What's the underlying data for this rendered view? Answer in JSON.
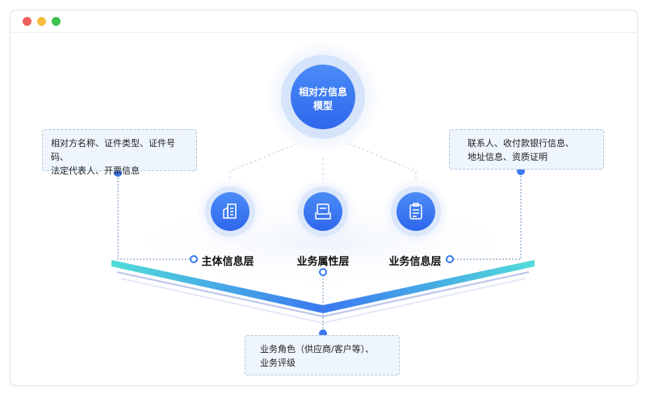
{
  "window": {
    "controls": [
      "close",
      "minimize",
      "maximize"
    ]
  },
  "center": {
    "title_line1": "相对方信息",
    "title_line2": "模型"
  },
  "layers": [
    {
      "label": "主体信息层",
      "icon": "building-icon"
    },
    {
      "label": "业务属性层",
      "icon": "inbox-document-icon"
    },
    {
      "label": "业务信息层",
      "icon": "clipboard-icon"
    }
  ],
  "boxes": {
    "left": {
      "line1": "相对方名称、证件类型、证件号码、",
      "line2": "法定代表人、开票信息"
    },
    "right": {
      "line1": "联系人、收付款银行信息、",
      "line2": "地址信息、资质证明"
    },
    "bottom": {
      "line1": "业务角色（供应商/客户等）、",
      "line2": "业务评级"
    }
  },
  "colors": {
    "primary": "#3a78f2",
    "teal": "#4fd8d8",
    "close": "#f0605a",
    "minimize": "#f4bd3c",
    "maximize": "#3fc24f"
  }
}
